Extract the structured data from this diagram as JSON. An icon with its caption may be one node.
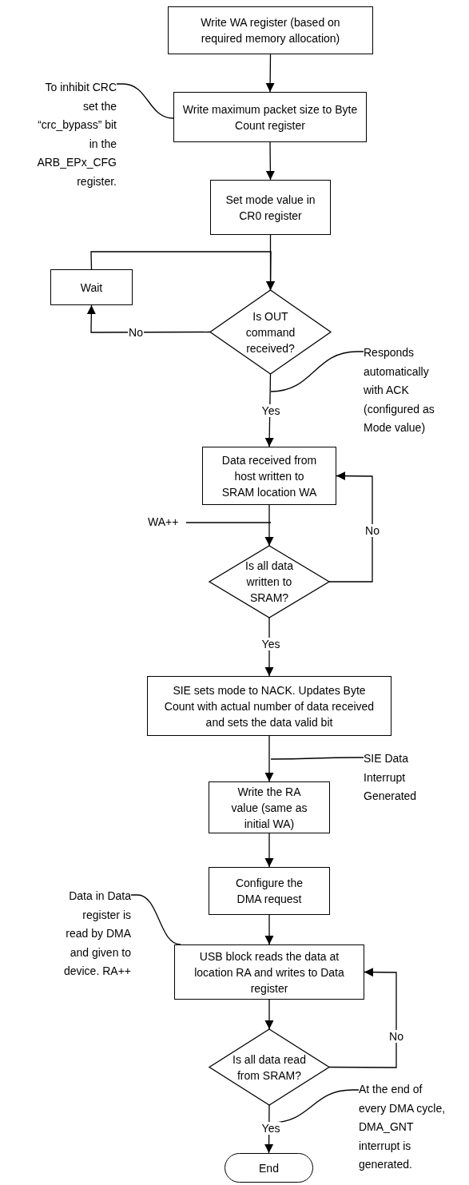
{
  "diagram": {
    "nodes": [
      {
        "text": [
          "Write WA register (based on required memory allocation)"
        ]
      },
      {
        "text": [
          "Write maximum packet size to Byte Count register"
        ]
      },
      {
        "text": [
          "Set mode value in CR0 register"
        ]
      },
      {
        "text": [
          "Wait"
        ]
      },
      {
        "text": [
          "Is OUT command received?"
        ]
      },
      {
        "text": [
          "Data received from host written to SRAM location WA"
        ]
      },
      {
        "text": [
          "Is all data written to SRAM?"
        ]
      },
      {
        "text": [
          "SIE sets mode to NACK. Updates Byte Count with actual number of data received and sets the data valid bit"
        ]
      },
      {
        "text": [
          "Write the RA value (same as initial WA)"
        ]
      },
      {
        "text": [
          "Configure the DMA request"
        ]
      },
      {
        "text": [
          "USB block reads the data at location RA and writes to Data register"
        ]
      },
      {
        "text": [
          "Is all data read from SRAM?"
        ]
      },
      {
        "text": [
          "End"
        ]
      },
      {
        "text": [
          "To inhibit CRC set the “crc_bypass” bit in the ARB_EPx_CFG register."
        ]
      },
      {
        "text": [
          "Responds automatically with ACK (configured as Mode value)"
        ]
      },
      {
        "text": [
          "WA++"
        ]
      },
      {
        "text": [
          "SIE Data Interrupt Generated"
        ]
      },
      {
        "text": [
          "Data in Data register is read by DMA and given to device. RA++"
        ]
      },
      {
        "text": [
          "At the end of every DMA cycle, DMA_GNT interrupt is generated."
        ]
      }
    ],
    "edges": [
      {
        "from": 0,
        "to": 1,
        "arrow": "to"
      },
      {
        "from": 1,
        "to": 2,
        "arrow": "to"
      },
      {
        "from": 2,
        "to": 4,
        "arrow": "to"
      },
      {
        "from": 4,
        "to": 3,
        "arrow": "to",
        "label": "No"
      },
      {
        "from": 3,
        "to": 4,
        "arrow": "to"
      },
      {
        "from": 4,
        "to": 5,
        "arrow": "to",
        "label": "Yes"
      },
      {
        "from": 5,
        "to": 6,
        "arrow": "to"
      },
      {
        "from": 6,
        "to": 5,
        "arrow": "to",
        "label": "No"
      },
      {
        "from": 6,
        "to": 7,
        "arrow": "to",
        "label": "Yes"
      },
      {
        "from": 7,
        "to": 8,
        "arrow": "to"
      },
      {
        "from": 8,
        "to": 9,
        "arrow": "to"
      },
      {
        "from": 9,
        "to": 10,
        "arrow": "to"
      },
      {
        "from": 10,
        "to": 11,
        "arrow": "to"
      },
      {
        "from": 11,
        "to": 10,
        "arrow": "to",
        "label": "No"
      },
      {
        "from": 11,
        "to": 12,
        "arrow": "to",
        "label": "Yes"
      },
      {
        "from": 13,
        "to": 1,
        "arrow": "none"
      },
      {
        "from": 14,
        "to": null,
        "arrow": "none"
      },
      {
        "from": 15,
        "to": null,
        "arrow": "none"
      },
      {
        "from": 16,
        "to": null,
        "arrow": "none"
      },
      {
        "from": 17,
        "to": 10,
        "arrow": "none"
      },
      {
        "from": 18,
        "to": null,
        "arrow": "none"
      }
    ]
  }
}
